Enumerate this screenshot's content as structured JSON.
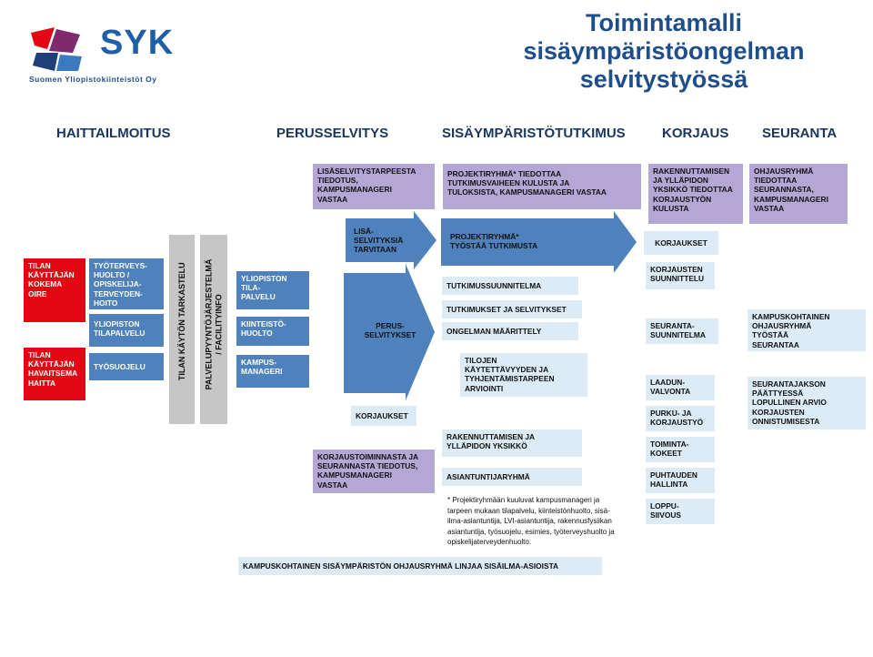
{
  "logo": {
    "text": "SYK",
    "subtitle": "Suomen Yliopistokiinteistöt Oy"
  },
  "title": "Toimintamalli\nsisäympäristöongelman\nselvitystyössä",
  "columns": [
    "HAITTAILMOITUS",
    "PERUSSELVITYS",
    "SISÄYMPÄRISTÖTUTKIMUS",
    "KORJAUS",
    "SEURANTA"
  ],
  "left": {
    "red1": "TILAN\nKÄYTTÄJÄN\nKOKEMA\nOIRE",
    "red2": "TILAN\nKÄYTTÄJÄN\nHAVAITSEMA\nHAITTA",
    "b1": "TYÖTERVEYS-\nHUOLTO /\nOPISKELIJA-\nTERVEYDEN-\nHOITO",
    "b2": "YLIOPISTON\nTILAPALVELU",
    "b3": "TYÖSUOJELU",
    "v1": "TILAN KÄYTÖN TARKASTELU",
    "v2": "PALVELUPYYNTÖJÄRJESTELMÄ\n/ FACILITYINFO"
  },
  "perus": {
    "b1": "YLIOPISTON\nTILA-\nPALVELU",
    "b2": "KIINTEISTÖ-\nHUOLTO",
    "b3": "KAMPUS-\nMANAGERI",
    "arrow": "LISÄ-\nSELVITYKSIÄ\nTARVITAAN",
    "perusselvitykset": "PERUS-\nSELVITYKSET",
    "korjaukset": "KORJAUKSET",
    "top": "LISÄSELVITYSTARPEESTA\nTIEDOTUS,\nKAMPUSMANAGERI\nVASTAA",
    "bottom": "KORJAUSTOIMINNASTA JA\nSEURANNASTA TIEDOTUS,\nKAMPUSMANAGERI\nVASTAA"
  },
  "sisa": {
    "top": "PROJEKTIRYHMÄ* TIEDOTTAA\nTUTKIMUSVAIHEEN KULUSTA JA\nTULOKSISTA, KAMPUSMANAGERI VASTAA",
    "arrow": "PROJEKTIRYHMÄ*\nTYÖSTÄÄ TUTKIMUSTA",
    "s1": "TUTKIMUSSUUNNITELMA",
    "s2": "TUTKIMUKSET JA SELVITYKSET",
    "s3": "ONGELMAN MÄÄRITTELY",
    "s4": "TILOJEN\nKÄYTETTÄVYYDEN JA\nTYHJENTÄMISTARPEEN\nARVIOINTI",
    "r1": "RAKENNUTTAMISEN JA\nYLLÄPIDON YKSIKKÖ",
    "r2": "ASIANTUNTIJARYHMÄ",
    "footnote": "* Projektiryhmään kuuluvat kampusmanageri ja\ntarpeen mukaan tilapalvelu, kiinteistönhuolto, sisä-\nilma-asiantuntija, LVI-asiantuntija, rakennusfysiikan\nasiantuntija, työsuojelu, esimies, työterveyshuolto ja\nopiskelijaterveydenhuolto."
  },
  "korjaus": {
    "top": "RAKENNUTTAMISEN\nJA YLLÄPIDON\nYKSIKKÖ TIEDOTTAA\nKORJAUSTYÖN\nKULUSTA",
    "head": "KORJAUKSET",
    "k1": "KORJAUSTEN\nSUUNNITTELU",
    "k2": "SEURANTA-\nSUUNNITELMA",
    "k3": "LAADUN-\nVALVONTA",
    "k4": "PURKU- JA\nKORJAUSTYÖ",
    "k5": "TOIMINTA-\nKOKEET",
    "k6": "PUHTAUDEN\nHALLINTA",
    "k7": "LOPPU-\nSIIVOUS"
  },
  "seuranta": {
    "top": "OHJAUSRYHMÄ\nTIEDOTTAA\nSEURANNASTA,\nKAMPUSMANAGERI\nVASTAA",
    "s1": "KAMPUSKOHTAINEN\nOHJAUSRYHMÄ\nTYÖSTÄÄ\nSEURANTAA",
    "s2": "SEURANTAJAKSON\nPÄÄTTYESSÄ\nLOPULLINEN ARVIO\nKORJAUSTEN\nONNISTUMISESTA"
  },
  "bottom_bar": "KAMPUSKOHTAINEN SISÄYMPÄRISTÖN OHJAUSRYHMÄ LINJAA SISÄILMA-ASIOISTA",
  "colors": {
    "red": "#e30613",
    "blue": "#4f81bd",
    "purple": "#b4a7d6",
    "light_blue": "#dcebf5",
    "title": "#1f4e8c"
  }
}
